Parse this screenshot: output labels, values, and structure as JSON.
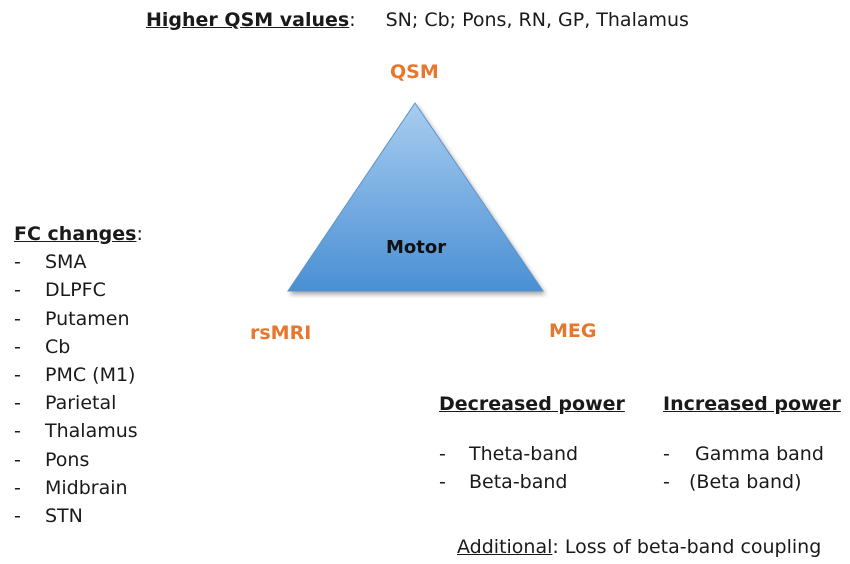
{
  "qsm_line": {
    "heading": "Higher QSM values",
    "colon": ":",
    "values": "SN; Cb; Pons, RN, GP, Thalamus"
  },
  "triangle": {
    "top_label": "QSM",
    "left_label": "rsMRI",
    "right_label": "MEG",
    "center_label": "Motor",
    "label_color": "#e8772e",
    "fill_top": "#a8cdf0",
    "fill_bottom": "#4a8fd4"
  },
  "fc_changes": {
    "heading": "FC changes",
    "colon": ":",
    "items": [
      "SMA",
      "DLPFC",
      "Putamen",
      "Cb",
      "PMC (M1)",
      "Parietal",
      "Thalamus",
      "Pons",
      "Midbrain",
      "STN"
    ]
  },
  "meg": {
    "decreased": {
      "heading": "Decreased power",
      "items": [
        "Theta-band",
        "Beta-band"
      ]
    },
    "increased": {
      "heading": "Increased power",
      "items": [
        " Gamma band",
        "(Beta band)"
      ]
    }
  },
  "additional": {
    "heading": "Additional",
    "text": ": Loss of beta-band coupling"
  }
}
